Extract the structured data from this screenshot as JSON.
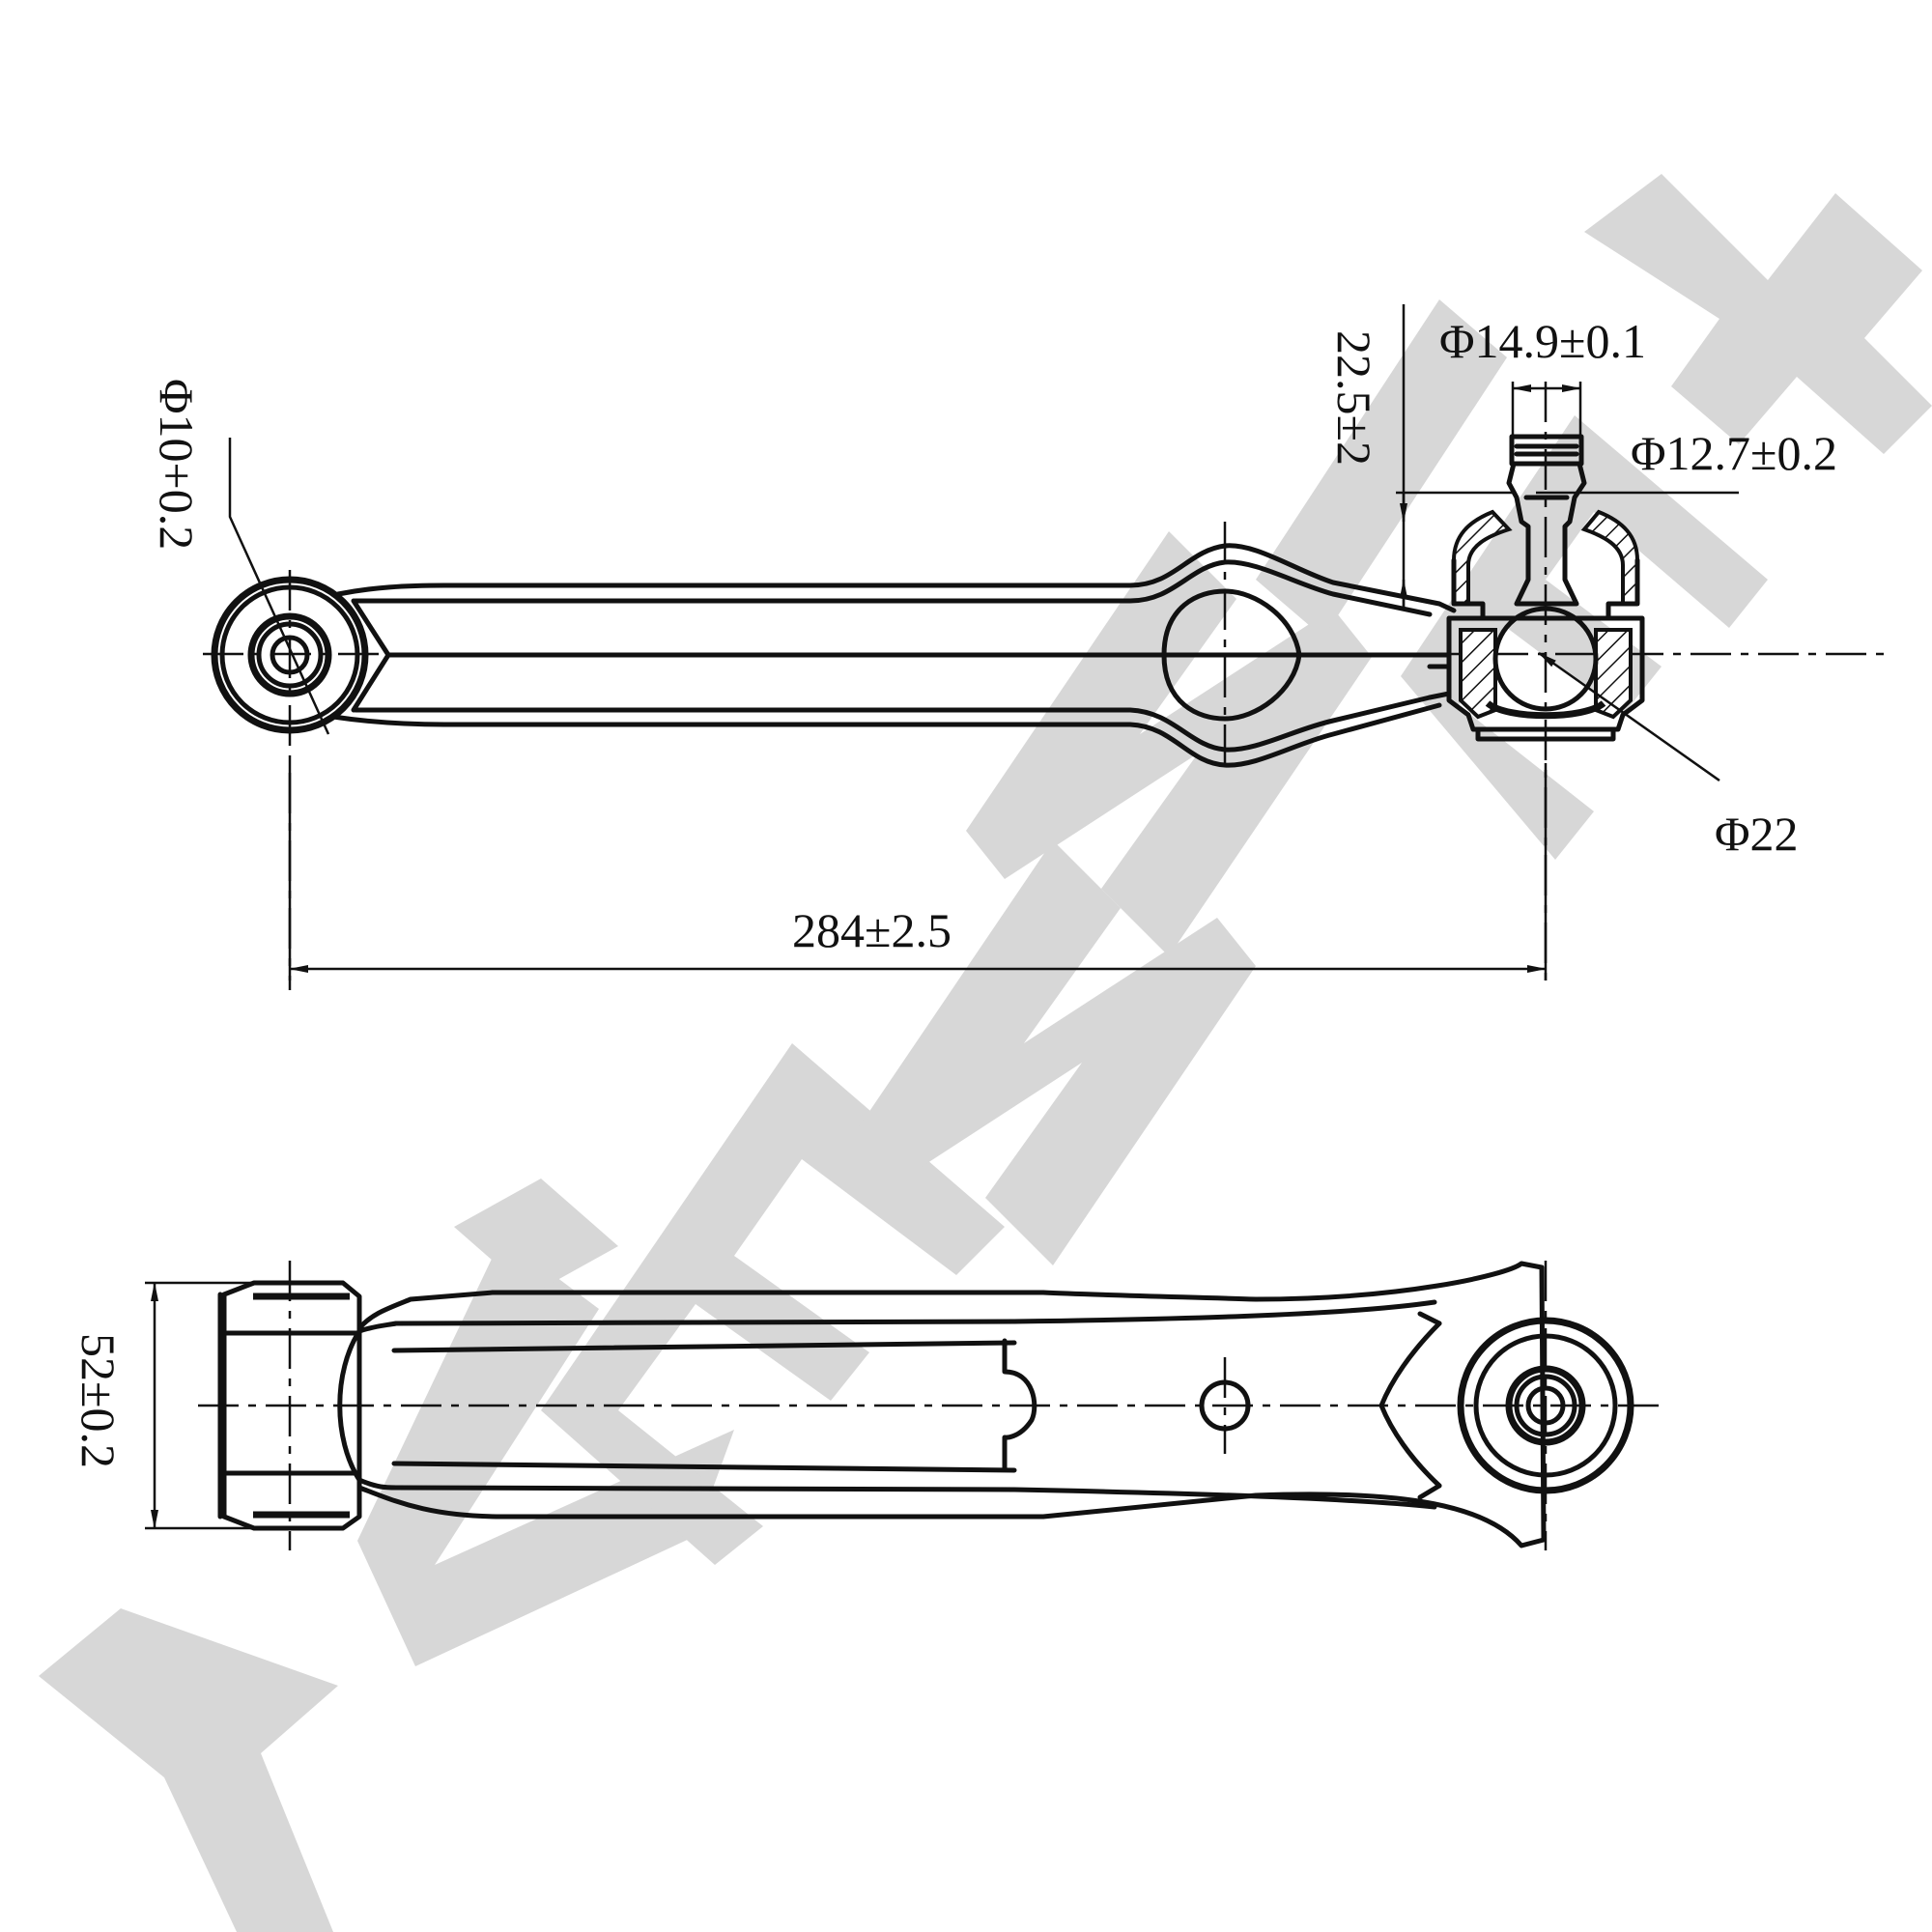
{
  "watermark": {
    "text": "ZENNIEK",
    "color": "#d7d7d7"
  },
  "dimensions": {
    "pin_bore": "Φ10+0.2",
    "stud_height": "22.5±2",
    "stud_diameter_top": "Φ14.9±0.1",
    "stud_diameter_neck": "Φ12.7±0.2",
    "ball_diameter": "Φ22",
    "center_distance": "284±2.5",
    "bush_width": "52±0.2"
  }
}
